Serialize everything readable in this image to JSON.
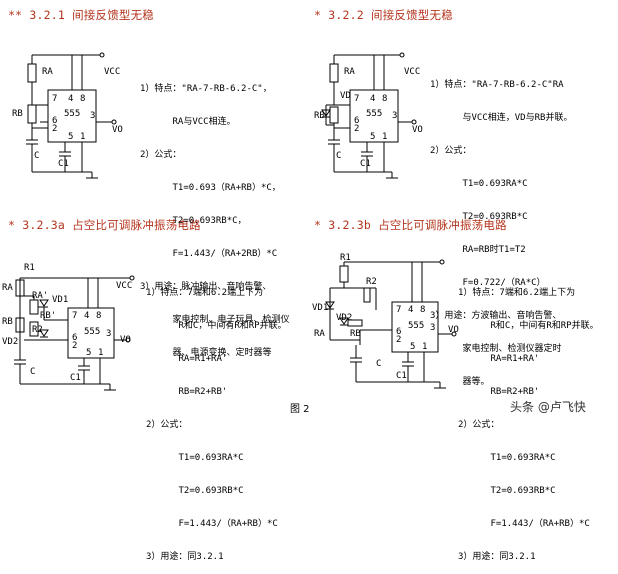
{
  "headings": [
    "** 3.2.1 间接反馈型无稳",
    "* 3.2.2 间接反馈型无稳",
    "* 3.2.3a 占空比可调脉冲振荡电路",
    "* 3.2.3b 占空比可调脉冲振荡电路"
  ],
  "labels": {
    "vcc": "VCC",
    "vo": "VO",
    "ra": "RA",
    "rb": "RB",
    "c": "C",
    "c1": "C1",
    "vd": "VD",
    "r1": "R1",
    "r2": "R2",
    "ra_p": "RA'",
    "rb_p": "RB'",
    "vd1": "VD1",
    "vd2": "VD2",
    "chip": "555"
  },
  "pins": {
    "p1": "1",
    "p2": "2",
    "p3": "3",
    "p4": "4",
    "p5": "5",
    "p6": "6",
    "p7": "7",
    "p8": "8"
  },
  "notes": {
    "n1": [
      "1）特点：\"RA-7-RB-6.2-C\"，",
      "      RA与VCC相连。",
      "2）公式：",
      "      T1=0.693（RA+RB）*C，",
      "      T2=0.693RB*C，",
      "      F=1.443/（RA+2RB）*C",
      "3）用途：脉冲输出、音响告警、",
      "      家电控制、电子玩具、检测仪",
      "      器、电源变换、定时器等"
    ],
    "n2": [
      "1）特点：\"RA-7-RB-6.2-C\"RA",
      "      与VCC相连，VD与RB并联。",
      "2）公式：",
      "      T1=0.693RA*C",
      "      T2=0.693RB*C",
      "      RA=RB时T1=T2",
      "      F=0.722/（RA*C）",
      "3）用途：方波输出、音响告警、",
      "      家电控制、检测仪器定时",
      "      器等。"
    ],
    "n3": [
      "1）特点：7端和6.2端上下为",
      "      R和C，中间有R和RP并联。",
      "      RA=R1+RA'",
      "      RB=R2+RB'",
      "2）公式：",
      "      T1=0.693RA*C",
      "      T2=0.693RB*C",
      "      F=1.443/（RA+RB）*C",
      "3）用途：同3.2.1"
    ],
    "n4": [
      "1）特点：7端和6.2端上下为",
      "      R和C，中间有R和RP并联。",
      "      RA=R1+RA'",
      "      RB=R2+RB'",
      "2）公式：",
      "      T1=0.693RA*C",
      "      T2=0.693RB*C",
      "      F=1.443/（RA+RB）*C",
      "3）用途：同3.2.1"
    ]
  },
  "figure_label": "图 2",
  "watermark": "头条 @卢飞快"
}
